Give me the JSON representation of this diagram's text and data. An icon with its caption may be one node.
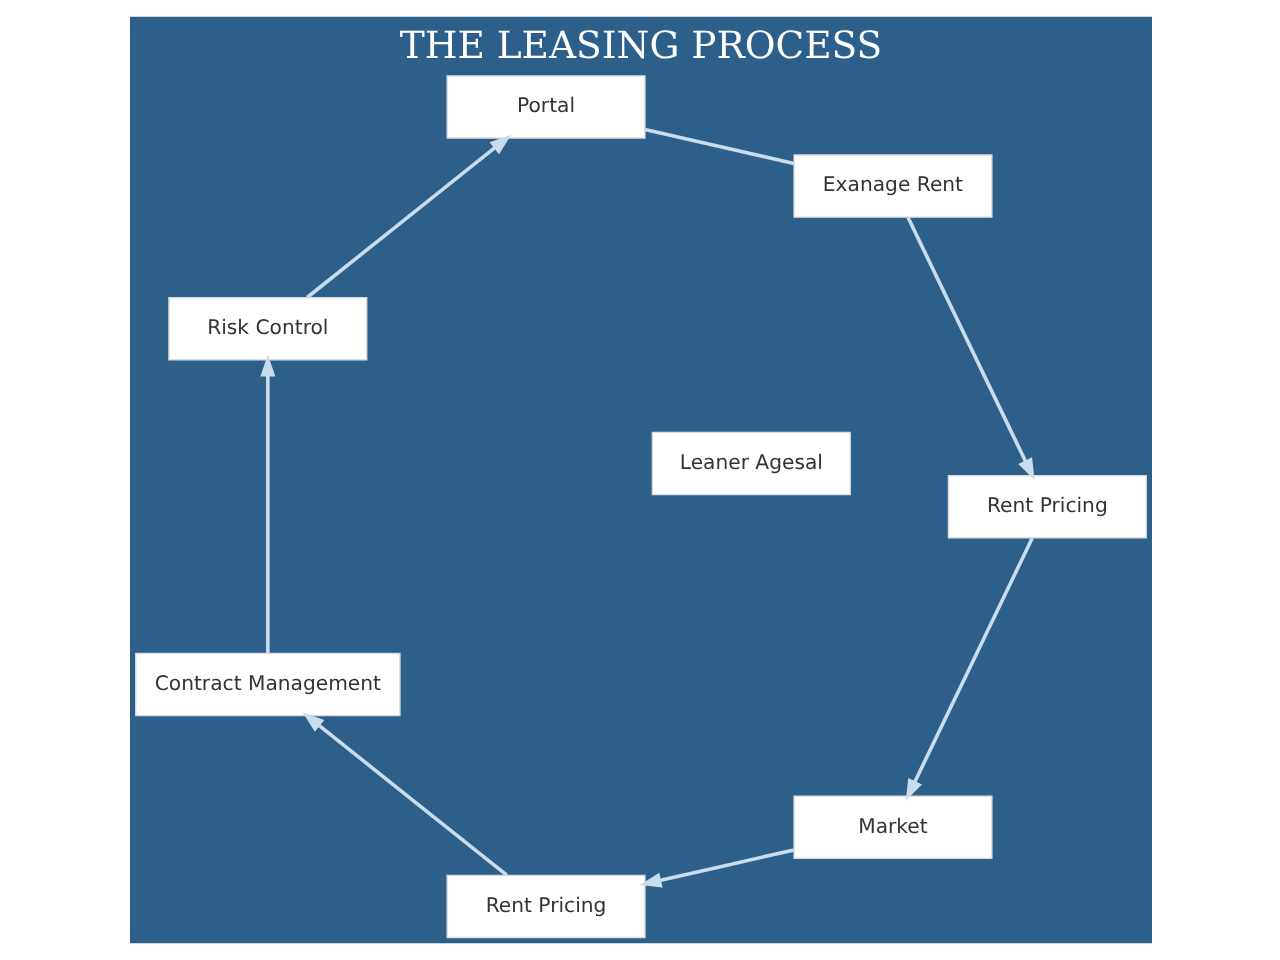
{
  "diagram": {
    "title": "THE LEASING PROCESS",
    "nodes": [
      {
        "text": [
          "Market"
        ]
      },
      {
        "text": [
          "Rent Pricing"
        ]
      },
      {
        "text": [
          "Rent Pricing"
        ]
      },
      {
        "text": [
          "Contract Management"
        ]
      },
      {
        "text": [
          "Leaner Agesal"
        ]
      },
      {
        "text": [
          "Exanage Rent"
        ]
      },
      {
        "text": [
          "Risk Control"
        ]
      },
      {
        "text": [
          "Portal"
        ]
      }
    ],
    "edges": [
      {
        "from": 0,
        "to": 1,
        "arrow": "to"
      },
      {
        "from": 1,
        "to": 3,
        "arrow": "to"
      },
      {
        "from": 3,
        "to": 6,
        "arrow": "to"
      },
      {
        "from": 6,
        "to": 7,
        "arrow": "to"
      },
      {
        "from": 7,
        "to": 5,
        "arrow": "none"
      },
      {
        "from": 5,
        "to": 2,
        "arrow": "to"
      },
      {
        "from": 2,
        "to": 0,
        "arrow": "to"
      }
    ]
  }
}
